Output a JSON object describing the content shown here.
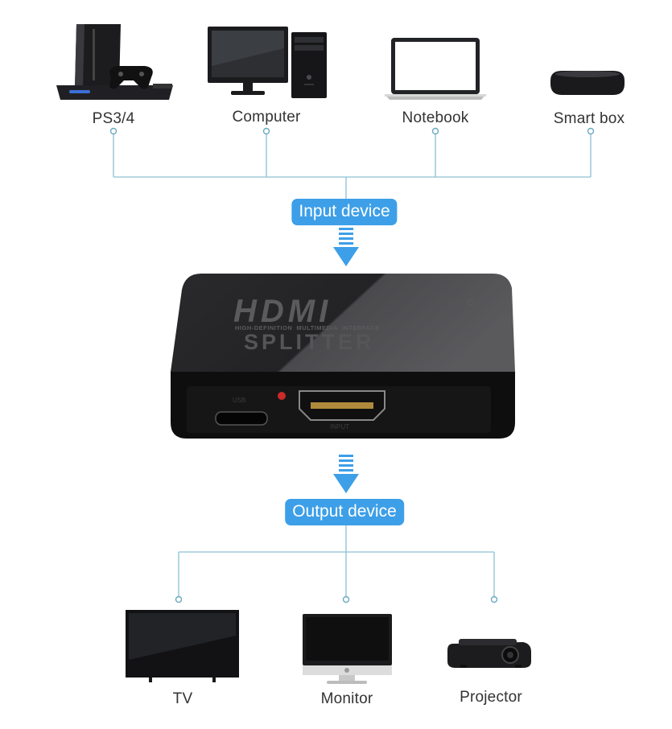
{
  "input_devices": [
    {
      "label": "PS3/4",
      "icon": "ps4-console-icon"
    },
    {
      "label": "Computer",
      "icon": "desktop-computer-icon"
    },
    {
      "label": "Notebook",
      "icon": "laptop-icon"
    },
    {
      "label": "Smart box",
      "icon": "smart-box-icon"
    }
  ],
  "input_tag": "Input device",
  "output_tag": "Output device",
  "splitter": {
    "brand": "HDMI",
    "brand_subtitle": "HIGH-DEFINITION  MULTIMEDIA  INTERFACE",
    "title": "SPLITTER",
    "usb_port_label": "USB",
    "hdmi_port_label": "INPUT"
  },
  "output_devices": [
    {
      "label": "TV",
      "icon": "tv-icon"
    },
    {
      "label": "Monitor",
      "icon": "monitor-icon"
    },
    {
      "label": "Projector",
      "icon": "projector-icon"
    }
  ],
  "colors": {
    "accent": "#3d9fe8",
    "connector": "#7fb8cc"
  }
}
